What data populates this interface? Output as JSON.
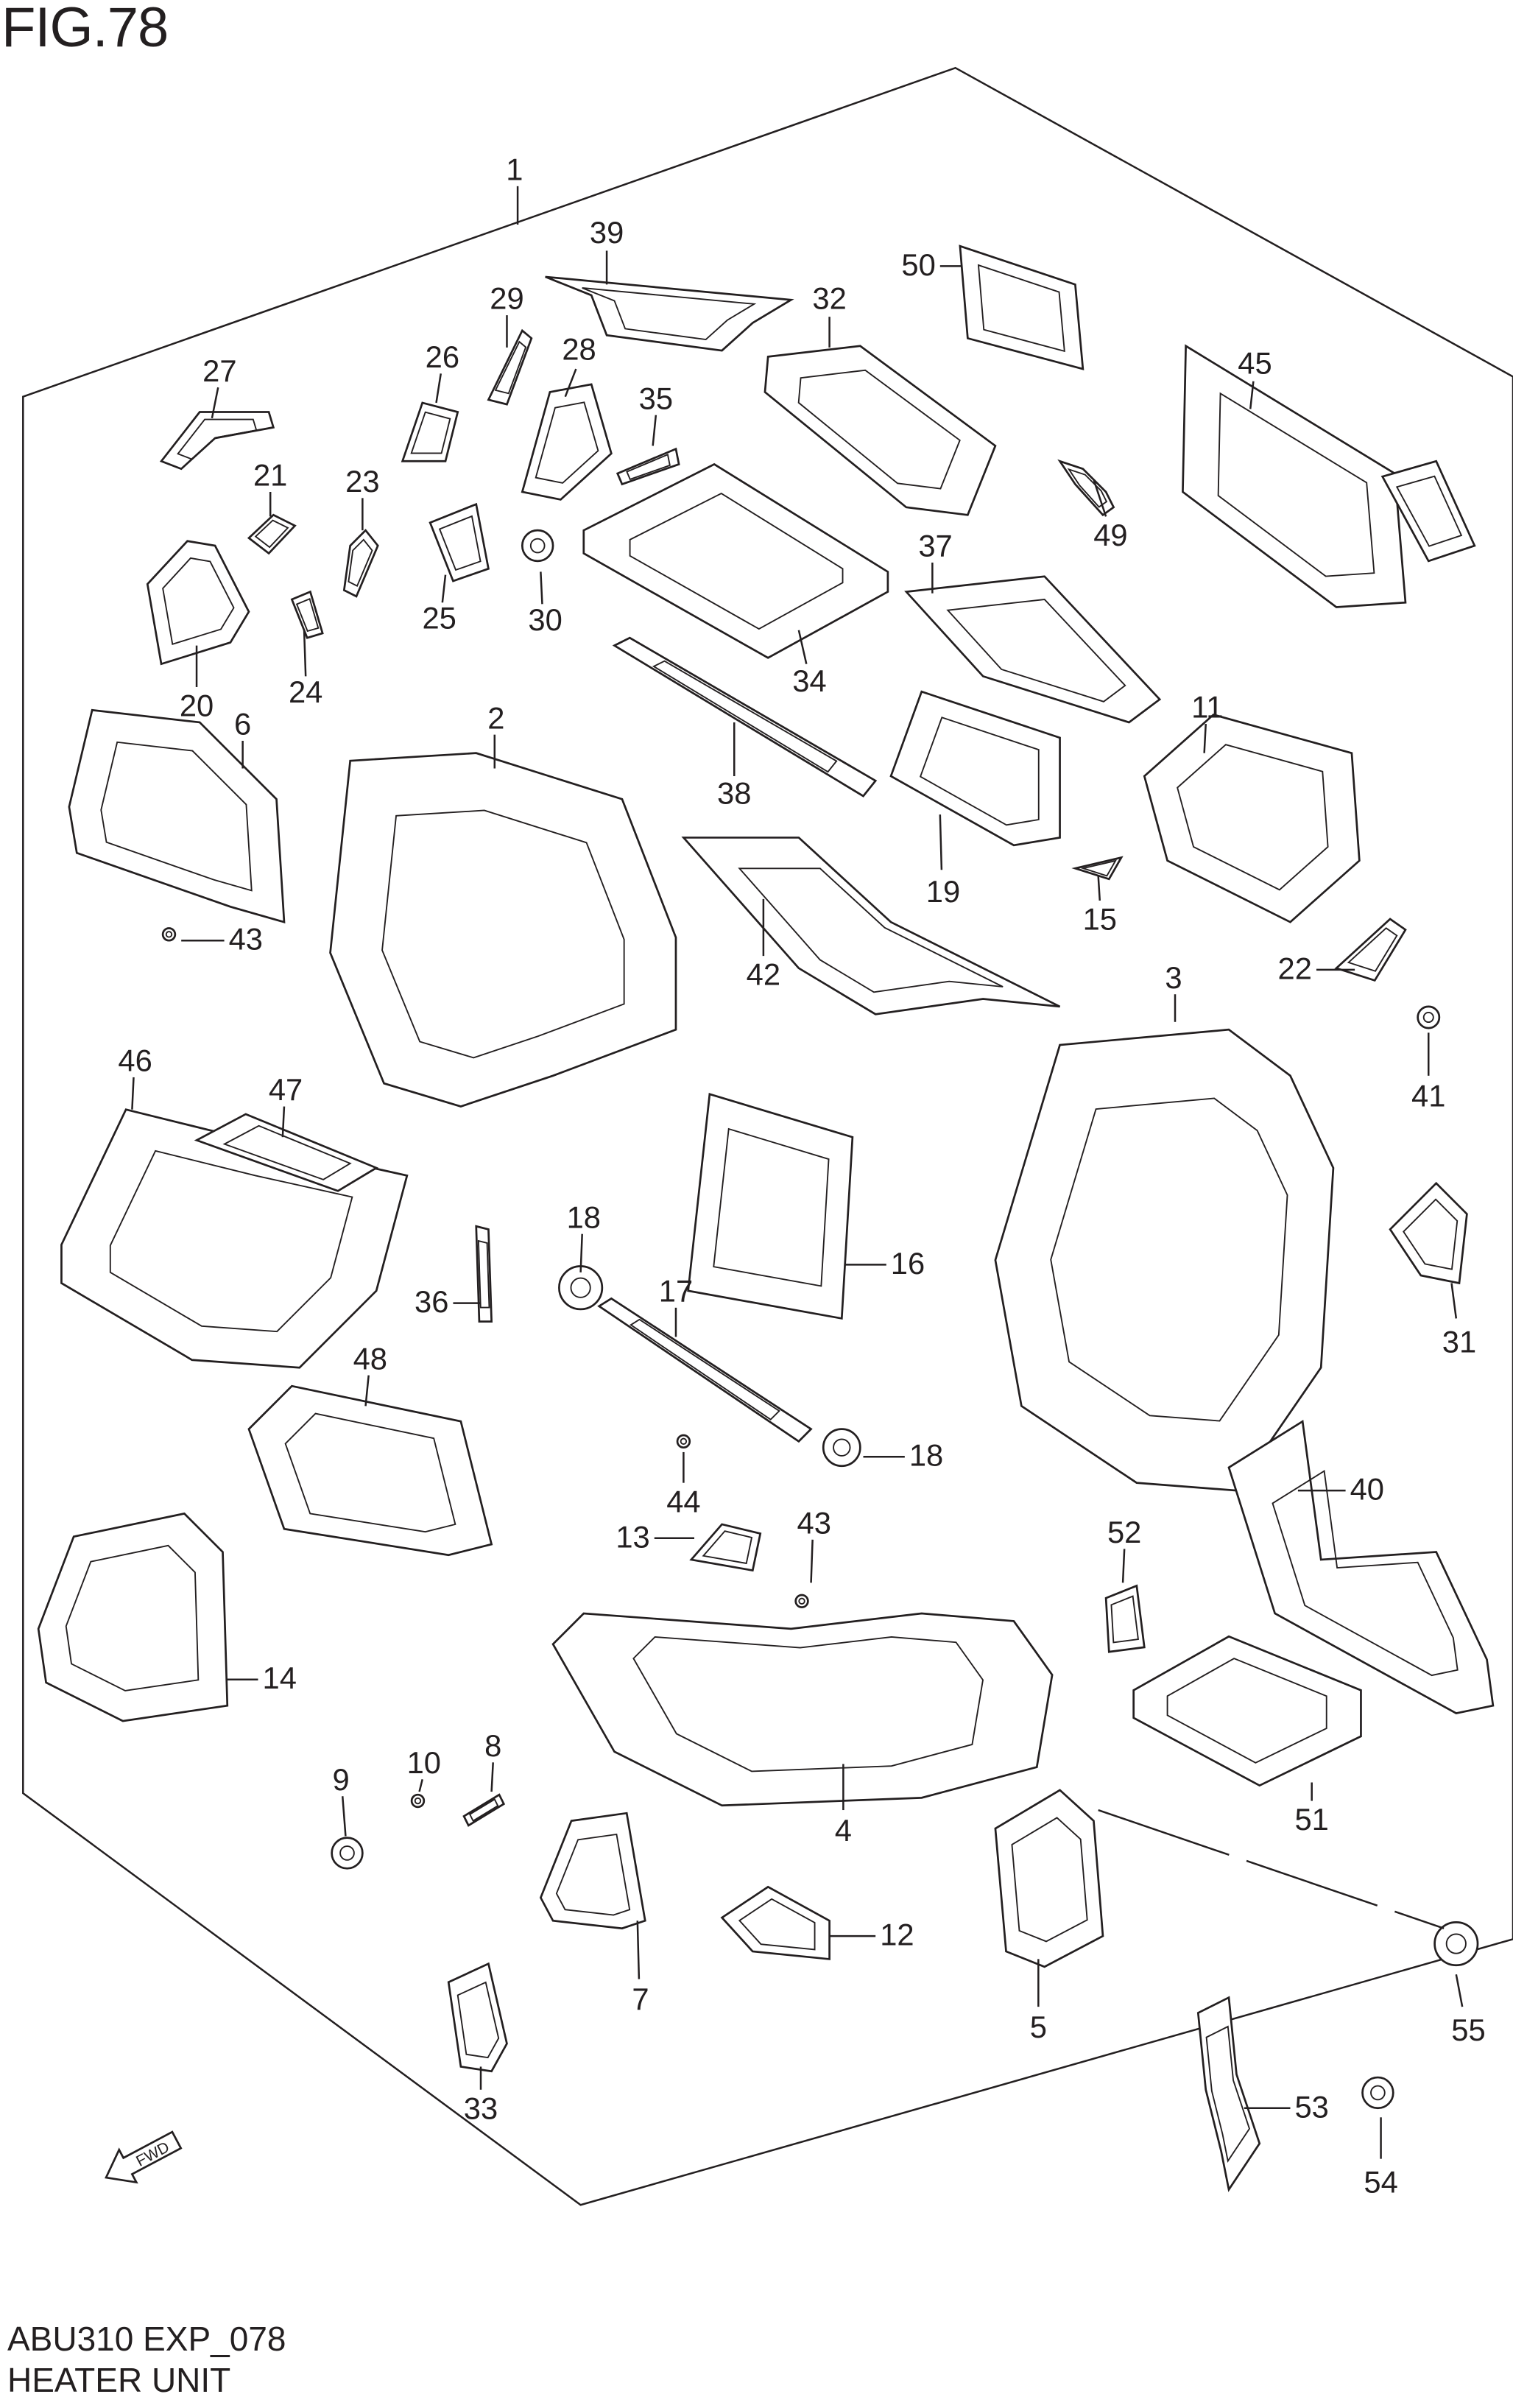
{
  "figure": {
    "title": "FIG.78"
  },
  "footer": {
    "code": "ABU310 EXP_078",
    "name": "HEATER UNIT"
  },
  "direction_marker": "FWD",
  "callouts": [
    "1",
    "39",
    "50",
    "32",
    "27",
    "26",
    "29",
    "28",
    "35",
    "45",
    "21",
    "23",
    "49",
    "37",
    "25",
    "30",
    "34",
    "20",
    "24",
    "6",
    "2",
    "11",
    "38",
    "19",
    "15",
    "43",
    "42",
    "22",
    "3",
    "41",
    "46",
    "47",
    "18",
    "16",
    "36",
    "17",
    "31",
    "48",
    "18",
    "40",
    "44",
    "43",
    "13",
    "52",
    "14",
    "8",
    "10",
    "9",
    "4",
    "51",
    "12",
    "7",
    "55",
    "5",
    "53",
    "33",
    "54"
  ]
}
